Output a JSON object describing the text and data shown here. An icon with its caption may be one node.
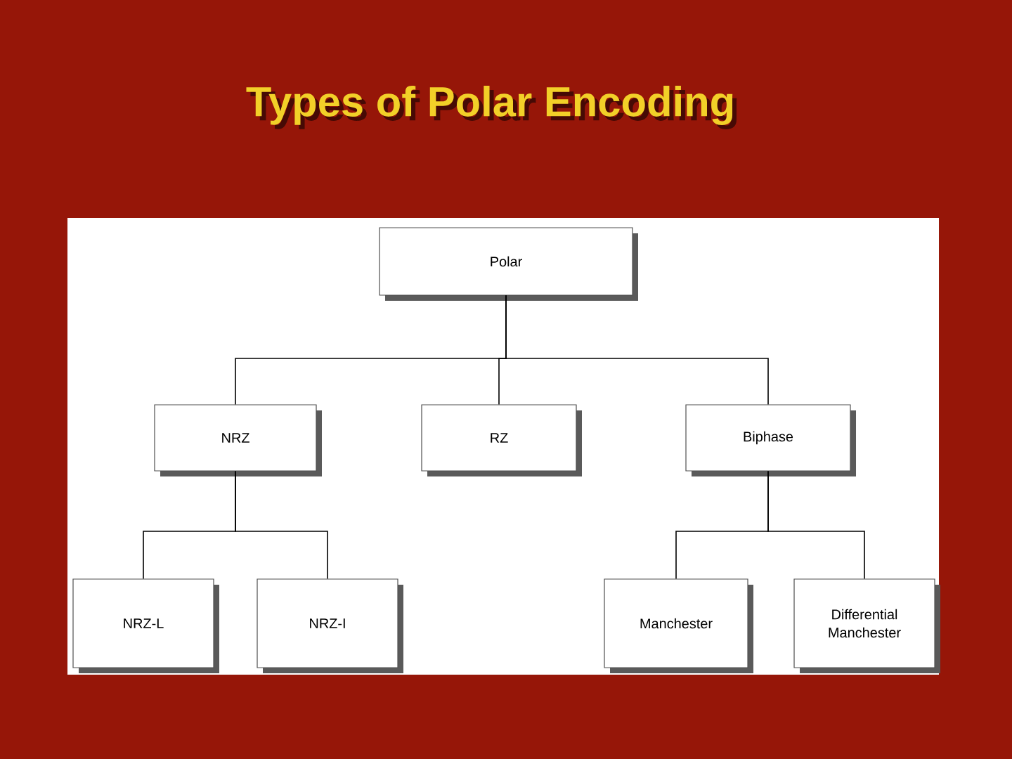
{
  "diagram": {
    "title": "Types of Polar Encoding",
    "nodes": [
      {
        "text": [
          "Polar"
        ]
      },
      {
        "text": [
          "NRZ"
        ]
      },
      {
        "text": [
          "RZ"
        ]
      },
      {
        "text": [
          "Biphase"
        ]
      },
      {
        "text": [
          "NRZ-L"
        ]
      },
      {
        "text": [
          "NRZ-I"
        ]
      },
      {
        "text": [
          "Manchester"
        ]
      },
      {
        "text": [
          "Differential Manchester"
        ]
      }
    ],
    "edges": [
      {
        "from": 0,
        "to": 1,
        "arrow": "none"
      },
      {
        "from": 0,
        "to": 2,
        "arrow": "none"
      },
      {
        "from": 0,
        "to": 3,
        "arrow": "none"
      },
      {
        "from": 1,
        "to": 4,
        "arrow": "none"
      },
      {
        "from": 1,
        "to": 5,
        "arrow": "none"
      },
      {
        "from": 3,
        "to": 6,
        "arrow": "none"
      },
      {
        "from": 3,
        "to": 7,
        "arrow": "none"
      }
    ]
  }
}
